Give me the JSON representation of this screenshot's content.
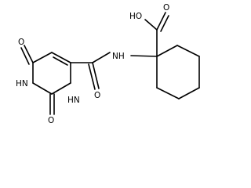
{
  "molecule": {
    "atoms": {
      "carboxyl_hydroxyl": "HO",
      "carboxyl_oxygen": "O",
      "amide_nh": "NH",
      "amide_oxygen": "O",
      "ring_oxygen_top": "O",
      "ring_nh_upper": "HN",
      "ring_nh_lower": "HN",
      "ring_oxygen_bottom": "O"
    }
  }
}
